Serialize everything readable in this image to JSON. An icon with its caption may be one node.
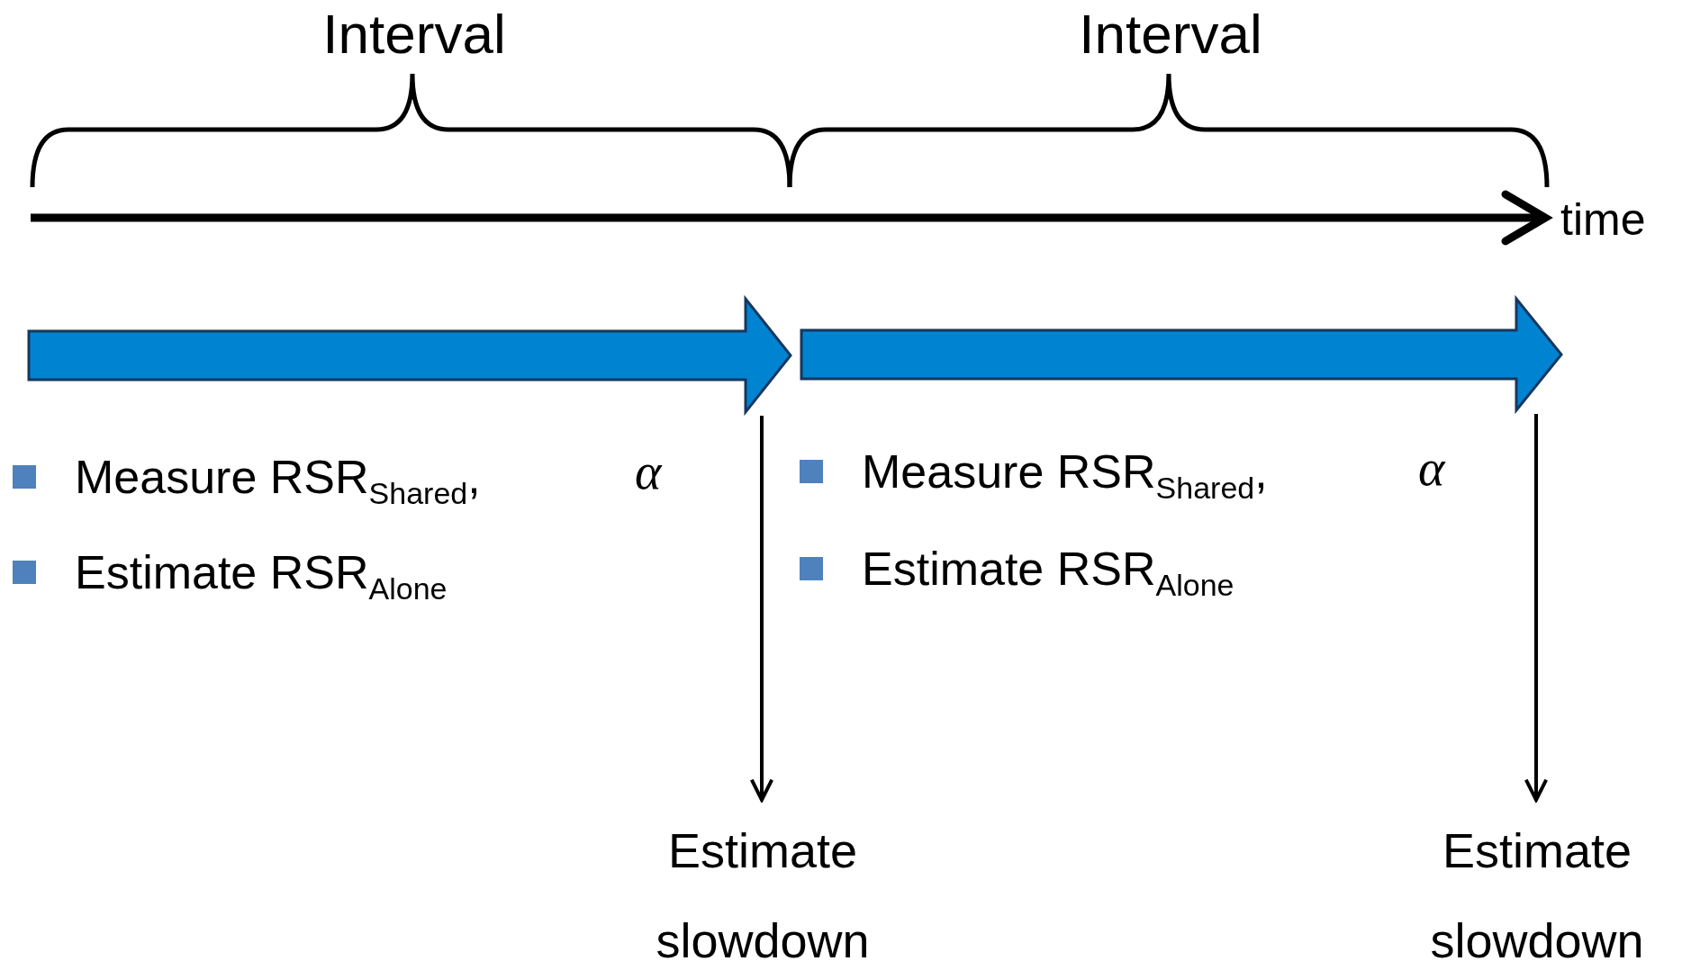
{
  "diagram": {
    "nodes": [
      {
        "text": [],
        "shape": "arrow"
      },
      {
        "text": [],
        "shape": "arrow"
      },
      {
        "text": [
          "Estimate slowdown"
        ]
      },
      {
        "text": [
          "Estimate slowdown"
        ]
      }
    ],
    "edges": [
      {
        "from": 0,
        "to": 2,
        "arrow": "to"
      },
      {
        "from": 1,
        "to": 3,
        "arrow": "to"
      }
    ],
    "labels": [
      "Interval",
      "Interval",
      "time",
      "Measure RSR$_{Shared}$,",
      "α",
      "Measure RSR$_{Shared}$,",
      "α",
      "Estimate RSR$_{Alone}$",
      "Estimate RSR$_{Alone}$"
    ]
  }
}
